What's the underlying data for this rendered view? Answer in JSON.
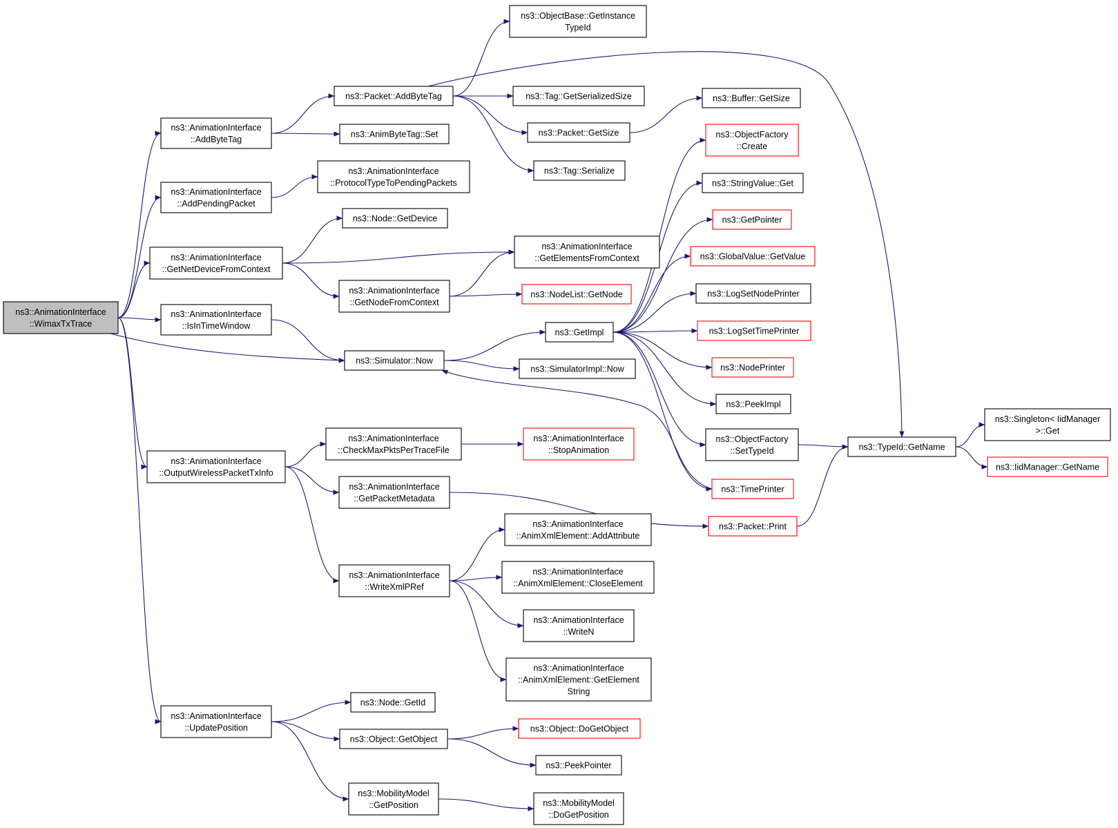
{
  "colors": {
    "edge": "#191970",
    "box_border": "#000000",
    "incomplete_border": "#ff0000",
    "root_fill": "#bfbfbf",
    "background": "#ffffff"
  },
  "nodes": [
    {
      "id": "root",
      "lines": [
        "ns3::AnimationInterface",
        "::WimaxTxTrace"
      ],
      "style": "root"
    },
    {
      "id": "addByteTagAI",
      "lines": [
        "ns3::AnimationInterface",
        "::AddByteTag"
      ]
    },
    {
      "id": "addPendingPacket",
      "lines": [
        "ns3::AnimationInterface",
        "::AddPendingPacket"
      ]
    },
    {
      "id": "getNetDeviceFromContext",
      "lines": [
        "ns3::AnimationInterface",
        "::GetNetDeviceFromContext"
      ]
    },
    {
      "id": "isInTimeWindow",
      "lines": [
        "ns3::AnimationInterface",
        "::IsInTimeWindow"
      ]
    },
    {
      "id": "outputWirelessPacketTxInfo",
      "lines": [
        "ns3::AnimationInterface",
        "::OutputWirelessPacketTxInfo"
      ]
    },
    {
      "id": "updatePosition",
      "lines": [
        "ns3::AnimationInterface",
        "::UpdatePosition"
      ]
    },
    {
      "id": "packetAddByteTag",
      "lines": [
        "ns3::Packet::AddByteTag"
      ]
    },
    {
      "id": "animByteTagSet",
      "lines": [
        "ns3::AnimByteTag::Set"
      ]
    },
    {
      "id": "protocolTypeToPendingPackets",
      "lines": [
        "ns3::AnimationInterface",
        "::ProtocolTypeToPendingPackets"
      ]
    },
    {
      "id": "nodeGetDevice",
      "lines": [
        "ns3::Node::GetDevice"
      ]
    },
    {
      "id": "getNodeFromContext",
      "lines": [
        "ns3::AnimationInterface",
        "::GetNodeFromContext"
      ]
    },
    {
      "id": "simulatorNow",
      "lines": [
        "ns3::Simulator::Now"
      ]
    },
    {
      "id": "checkMaxPkts",
      "lines": [
        "ns3::AnimationInterface",
        "::CheckMaxPktsPerTraceFile"
      ]
    },
    {
      "id": "getPacketMetadata",
      "lines": [
        "ns3::AnimationInterface",
        "::GetPacketMetadata"
      ]
    },
    {
      "id": "writeXmlPRef",
      "lines": [
        "ns3::AnimationInterface",
        "::WriteXmlPRef"
      ]
    },
    {
      "id": "nodeGetId",
      "lines": [
        "ns3::Node::GetId"
      ]
    },
    {
      "id": "objectGetObject",
      "lines": [
        "ns3::Object::GetObject"
      ]
    },
    {
      "id": "mobilityGetPosition",
      "lines": [
        "ns3::MobilityModel",
        "::GetPosition"
      ]
    },
    {
      "id": "getInstanceTypeId",
      "lines": [
        "ns3::ObjectBase::GetInstance",
        "TypeId"
      ]
    },
    {
      "id": "tagGetSerializedSize",
      "lines": [
        "ns3::Tag::GetSerializedSize"
      ]
    },
    {
      "id": "packetGetSize",
      "lines": [
        "ns3::Packet::GetSize"
      ]
    },
    {
      "id": "tagSerialize",
      "lines": [
        "ns3::Tag::Serialize"
      ]
    },
    {
      "id": "getElementsFromContext",
      "lines": [
        "ns3::AnimationInterface",
        "::GetElementsFromContext"
      ]
    },
    {
      "id": "nodeListGetNode",
      "lines": [
        "ns3::NodeList::GetNode"
      ],
      "style": "red"
    },
    {
      "id": "getImpl",
      "lines": [
        "ns3::GetImpl"
      ]
    },
    {
      "id": "simulatorImplNow",
      "lines": [
        "ns3::SimulatorImpl::Now"
      ]
    },
    {
      "id": "stopAnimation",
      "lines": [
        "ns3::AnimationInterface",
        "::StopAnimation"
      ],
      "style": "red"
    },
    {
      "id": "addAttribute",
      "lines": [
        "ns3::AnimationInterface",
        "::AnimXmlElement::AddAttribute"
      ]
    },
    {
      "id": "closeElement",
      "lines": [
        "ns3::AnimationInterface",
        "::AnimXmlElement::CloseElement"
      ]
    },
    {
      "id": "writeN",
      "lines": [
        "ns3::AnimationInterface",
        "::WriteN"
      ]
    },
    {
      "id": "getElementString",
      "lines": [
        "ns3::AnimationInterface",
        "::AnimXmlElement::GetElement",
        "String"
      ]
    },
    {
      "id": "doGetObject",
      "lines": [
        "ns3::Object::DoGetObject"
      ],
      "style": "red"
    },
    {
      "id": "peekPointer",
      "lines": [
        "ns3::PeekPointer"
      ]
    },
    {
      "id": "doGetPosition",
      "lines": [
        "ns3::MobilityModel",
        "::DoGetPosition"
      ]
    },
    {
      "id": "bufferGetSize",
      "lines": [
        "ns3::Buffer::GetSize"
      ]
    },
    {
      "id": "objectFactoryCreate",
      "lines": [
        "ns3::ObjectFactory",
        "::Create"
      ],
      "style": "red"
    },
    {
      "id": "stringValueGet",
      "lines": [
        "ns3::StringValue::Get"
      ]
    },
    {
      "id": "getPointer",
      "lines": [
        "ns3::GetPointer"
      ],
      "style": "red"
    },
    {
      "id": "globalValueGetValue",
      "lines": [
        "ns3::GlobalValue::GetValue"
      ],
      "style": "red"
    },
    {
      "id": "logSetNodePrinter",
      "lines": [
        "ns3::LogSetNodePrinter"
      ]
    },
    {
      "id": "logSetTimePrinter",
      "lines": [
        "ns3::LogSetTimePrinter"
      ],
      "style": "red"
    },
    {
      "id": "nodePrinter",
      "lines": [
        "ns3::NodePrinter"
      ],
      "style": "red"
    },
    {
      "id": "peekImpl",
      "lines": [
        "ns3::PeekImpl"
      ]
    },
    {
      "id": "objectFactorySetTypeId",
      "lines": [
        "ns3::ObjectFactory",
        "::SetTypeId"
      ]
    },
    {
      "id": "timePrinter",
      "lines": [
        "ns3::TimePrinter"
      ],
      "style": "red"
    },
    {
      "id": "packetPrint",
      "lines": [
        "ns3::Packet::Print"
      ],
      "style": "red"
    },
    {
      "id": "typeIdGetName",
      "lines": [
        "ns3::TypeId::GetName"
      ]
    },
    {
      "id": "singletonGet",
      "lines": [
        "ns3::Singleton< IidManager",
        " >::Get"
      ]
    },
    {
      "id": "iidManagerGetName",
      "lines": [
        "ns3::IidManager::GetName"
      ],
      "style": "red"
    }
  ]
}
